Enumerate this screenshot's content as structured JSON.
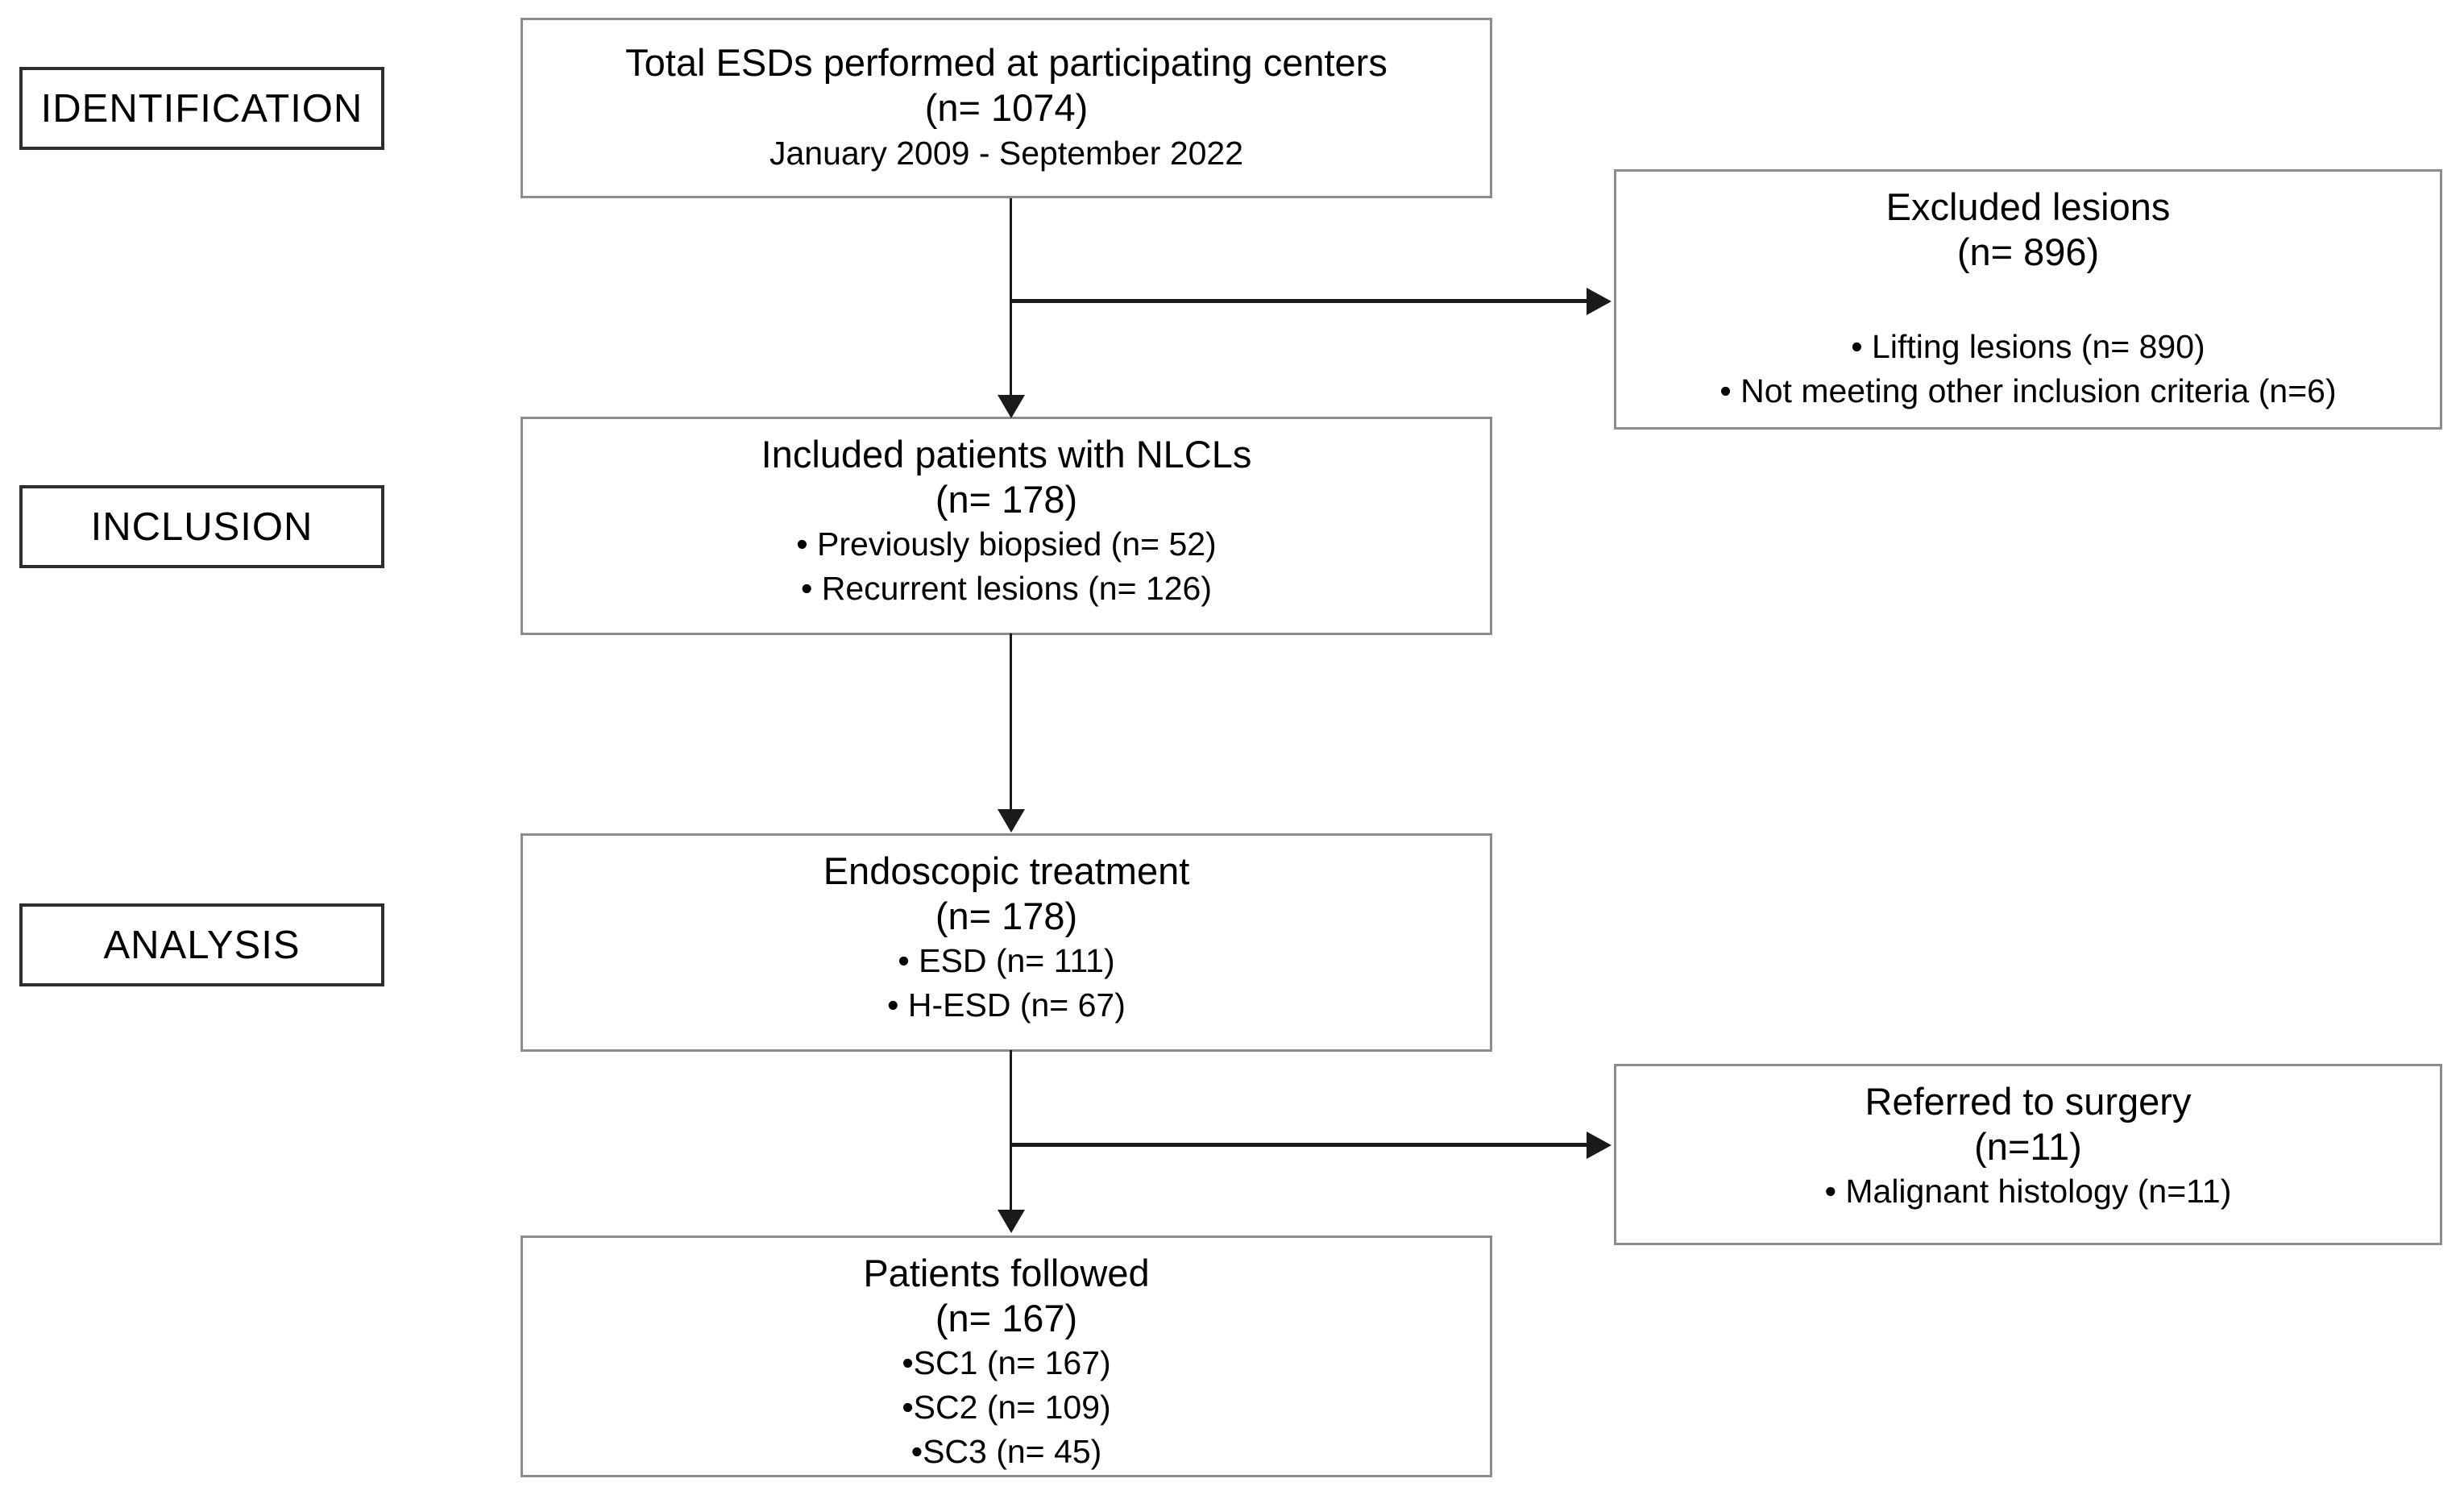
{
  "stage_labels": [
    {
      "text": "IDENTIFICATION"
    },
    {
      "text": "INCLUSION"
    },
    {
      "text": "ANALYSIS"
    }
  ],
  "boxes": {
    "total": {
      "title": "Total ESDs performed at participating centers",
      "n": "(n= 1074)",
      "period": "January 2009 - September 2022"
    },
    "excluded": {
      "title": "Excluded lesions",
      "n": "(n= 896)",
      "bullets": [
        "• Lifting lesions (n= 890)",
        "• Not meeting other inclusion criteria (n=6)"
      ]
    },
    "included": {
      "title": "Included patients with NLCLs",
      "n": "(n= 178)",
      "bullets": [
        "• Previously biopsied (n= 52)",
        "• Recurrent lesions (n= 126)"
      ]
    },
    "treatment": {
      "title": "Endoscopic treatment",
      "n": "(n= 178)",
      "bullets": [
        "• ESD (n= 111)",
        "• H-ESD (n= 67)"
      ]
    },
    "surgery": {
      "title": "Referred to surgery",
      "n": "(n=11)",
      "bullets": [
        "• Malignant histology (n=11)"
      ]
    },
    "followed": {
      "title": "Patients followed",
      "n": "(n= 167)",
      "bullets": [
        "•SC1 (n= 167)",
        "•SC2 (n= 109)",
        "•SC3 (n= 45)"
      ]
    }
  },
  "colors": {
    "flow_box_border": "#8c8c8c",
    "stage_label_border": "#2e2e2e",
    "arrow": "#1a1a1a",
    "text": "#000000",
    "background": "#ffffff"
  }
}
